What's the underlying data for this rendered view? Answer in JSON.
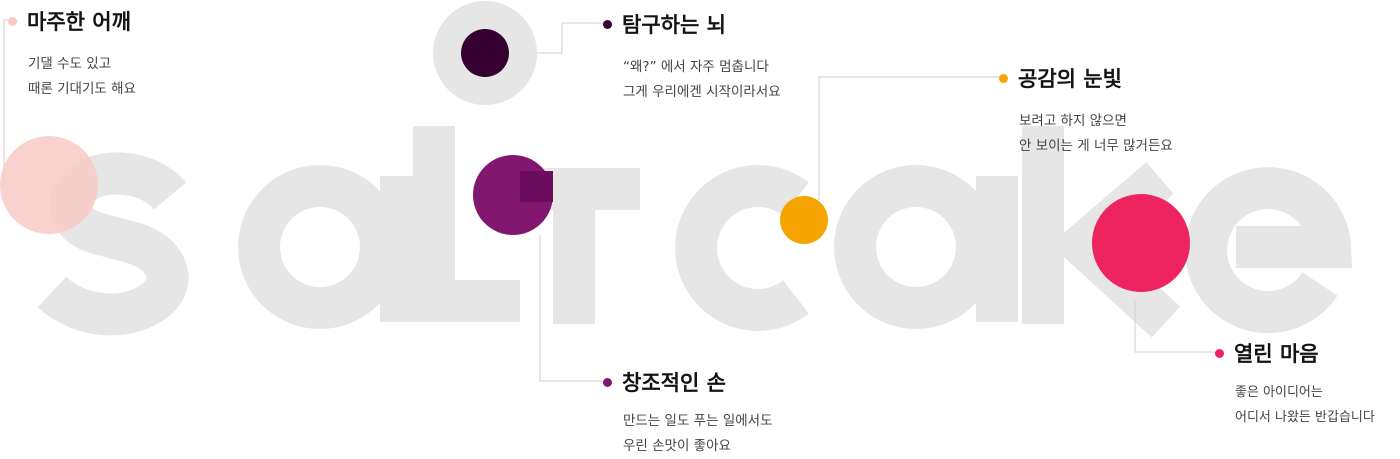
{
  "wordmark": {
    "text": "saltcake",
    "color": "#e6e6e6"
  },
  "colors": {
    "pink": "#f9cac4",
    "plum": "#360032",
    "grey_ring": "#e6e6e6",
    "purple": "#82176f",
    "yellow": "#f5a400",
    "red": "#ee2460",
    "connector": "#cfcfcf"
  },
  "labels": [
    {
      "id": "shoulder",
      "title": "마주한 어깨",
      "desc": [
        "기댈 수도 있고",
        "때론 기대기도 해요"
      ],
      "dot_color": "#f9cac4"
    },
    {
      "id": "brain",
      "title": "탐구하는 뇌",
      "desc": [
        "“왜?” 에서 자주 멈춥니다",
        "그게 우리에겐 시작이라서요"
      ],
      "dot_color": "#360032"
    },
    {
      "id": "eyes",
      "title": "공감의 눈빛",
      "desc": [
        "보려고 하지 않으면",
        "안 보이는 게 너무 많거든요"
      ],
      "dot_color": "#f5a400"
    },
    {
      "id": "hands",
      "title": "창조적인 손",
      "desc": [
        "만드는 일도 푸는 일에서도",
        "우린 손맛이 좋아요"
      ],
      "dot_color": "#82176f"
    },
    {
      "id": "heart",
      "title": "열린 마음",
      "desc": [
        "좋은 아이디어는",
        "어디서 나왔든 반갑습니다"
      ],
      "dot_color": "#ee2460"
    }
  ]
}
